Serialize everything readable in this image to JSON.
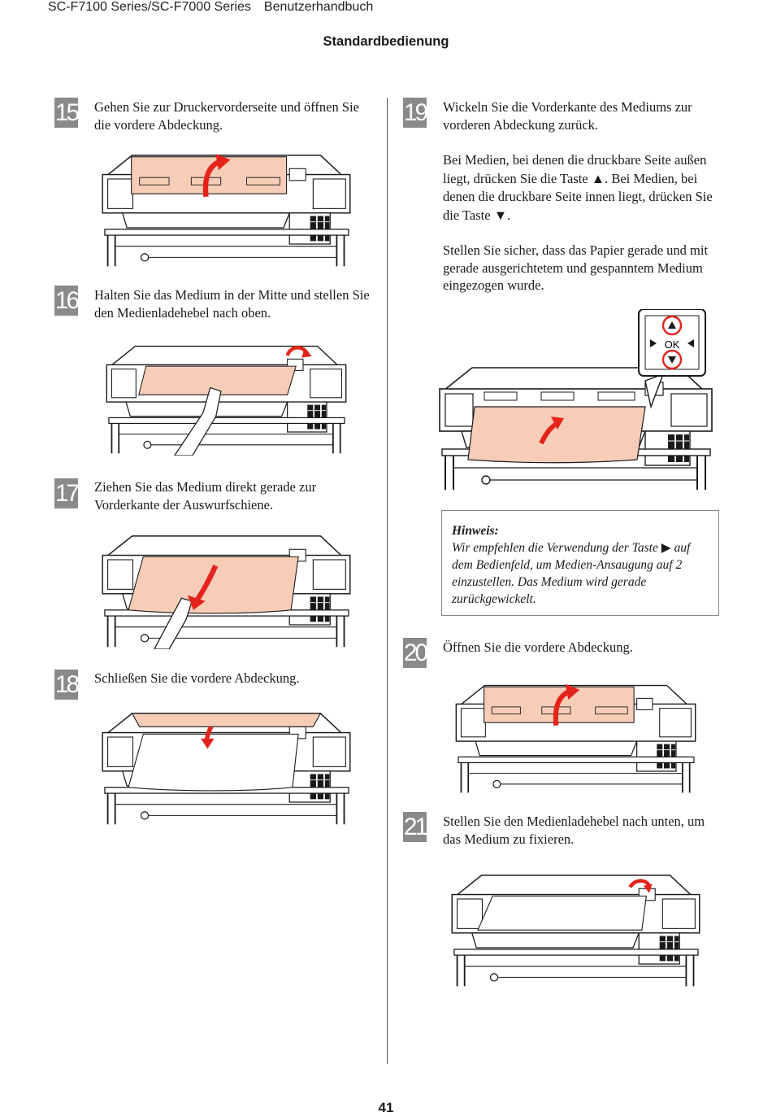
{
  "header": {
    "series": "SC-F7100 Series/SC-F7000 Series",
    "manual": "Benutzerhandbuch"
  },
  "section_title": "Standardbedienung",
  "page_number": "41",
  "steps": [
    {
      "number": "15",
      "text": "Gehen Sie zur Druckervorderseite und öffnen Sie die vordere Abdeckung."
    },
    {
      "number": "16",
      "text": "Halten Sie das Medium in der Mitte und stellen Sie den Medienladehebel nach oben."
    },
    {
      "number": "17",
      "text": "Ziehen Sie das Medium direkt gerade zur Vorderkante der Auswurfschiene."
    },
    {
      "number": "18",
      "text": "Schließen Sie die vordere Abdeckung."
    },
    {
      "number": "19",
      "text": "Wickeln Sie die Vorderkante des Mediums zur vorderen Abdeckung zurück.",
      "para1": "Bei Medien, bei denen die druckbare Seite außen liegt, drücken Sie die Taste ▲. Bei Medien, bei denen die druckbare Seite innen liegt, drücken Sie die Taste ▼.",
      "para2": "Stellen Sie sicher, dass das Papier gerade und mit gerade ausgerichtetem und gespanntem Medium eingezogen wurde."
    },
    {
      "number": "20",
      "text": "Öffnen Sie die vordere Abdeckung."
    },
    {
      "number": "21",
      "text": "Stellen Sie den Medienladehebel nach unten, um das Medium zu fixieren."
    }
  ],
  "note": {
    "title": "Hinweis:",
    "text": "Wir empfehlen die Verwendung der Taste ▶ auf dem Bedienfeld, um Medien-Ansaugung auf 2 einzustellen. Das Medium wird gerade zurückgewickelt."
  },
  "panel": {
    "ok_label": "OK"
  },
  "colors": {
    "media": "#f7cdb8",
    "arrow": "#e4241c",
    "step_box": "#8a8a8a",
    "line": "#1a1a1a"
  }
}
